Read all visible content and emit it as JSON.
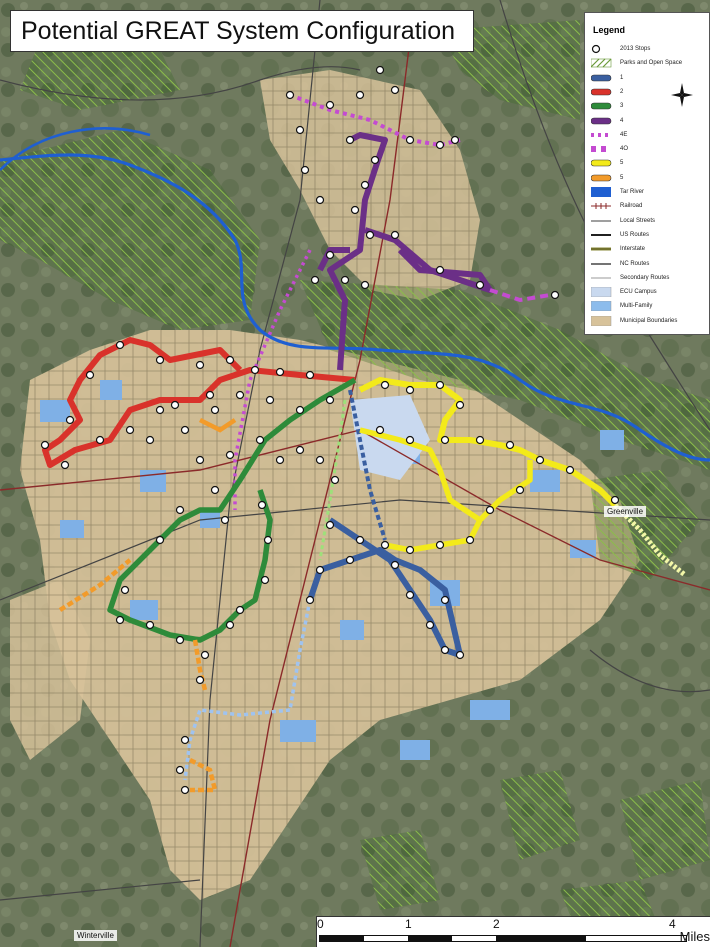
{
  "title": "Potential GREAT System Configuration",
  "legend": {
    "title": "Legend",
    "items": [
      {
        "label": "2013 Stops",
        "icon": "stop-circle-icon",
        "color": "#ffffff"
      },
      {
        "label": "Parks and Open Space",
        "icon": "hatch-green-icon",
        "color": "#6a9a3a"
      },
      {
        "label": "1",
        "icon": "route-line-icon",
        "color": "#3a5fa0"
      },
      {
        "label": "2",
        "icon": "route-line-icon",
        "color": "#d9322b"
      },
      {
        "label": "3",
        "icon": "route-line-icon",
        "color": "#2e8b3a"
      },
      {
        "label": "4",
        "icon": "route-line-icon",
        "color": "#6b2f87"
      },
      {
        "label": "4E",
        "icon": "dotted-route-icon",
        "color": "#c44bd1"
      },
      {
        "label": "4O",
        "icon": "dashed-route-icon",
        "color": "#c44bd1"
      },
      {
        "label": "5",
        "icon": "route-line-icon",
        "color": "#f3ea1a"
      },
      {
        "label": "5",
        "icon": "route-line-icon",
        "color": "#f29b2a"
      },
      {
        "label": "Tar River",
        "icon": "river-icon",
        "color": "#1f5fd1"
      },
      {
        "label": "Railroad",
        "icon": "railroad-icon",
        "color": "#8b2a2a"
      },
      {
        "label": "Local Streets",
        "icon": "street-line-icon",
        "color": "#666666"
      },
      {
        "label": "US Routes",
        "icon": "us-route-icon",
        "color": "#000000"
      },
      {
        "label": "Interstate",
        "icon": "interstate-icon",
        "color": "#8a8a3a"
      },
      {
        "label": "NC Routes",
        "icon": "nc-route-icon",
        "color": "#222222"
      },
      {
        "label": "Secondary Routes",
        "icon": "secondary-route-icon",
        "color": "#999999"
      },
      {
        "label": "ECU Campus",
        "icon": "campus-fill-icon",
        "color": "#c9d9ef"
      },
      {
        "label": "Multi-Family",
        "icon": "multifamily-fill-icon",
        "color": "#8cbcec"
      },
      {
        "label": "Municipal Boundaries",
        "icon": "municipal-fill-icon",
        "color": "#d7c29a"
      }
    ]
  },
  "scale": {
    "ticks": [
      "0",
      "1",
      "2",
      "4"
    ],
    "units": "Miles"
  },
  "places": {
    "greenville": "Greenville",
    "winterville": "Winterville"
  },
  "routes": {
    "route_1": {
      "color": "#3a5fa0",
      "style": "solid"
    },
    "route_2": {
      "color": "#d9322b",
      "style": "solid"
    },
    "route_3": {
      "color": "#2e8b3a",
      "style": "solid"
    },
    "route_4": {
      "color": "#6b2f87",
      "style": "solid"
    },
    "route_4E": {
      "color": "#c44bd1",
      "style": "dotted"
    },
    "route_4O": {
      "color": "#c44bd1",
      "style": "dashed"
    },
    "route_5_yellow": {
      "color": "#f3ea1a",
      "style": "solid"
    },
    "route_5_orange": {
      "color": "#f29b2a",
      "style": "solid"
    },
    "tar_river": {
      "color": "#1f5fd1"
    },
    "railroad": {
      "color": "#8b2a2a"
    }
  },
  "colors": {
    "imagery": "#6f7a5e",
    "municipal": "#d7c29a",
    "multifamily": "#7fb0e6",
    "parks_hatch": "#6a9a3a"
  }
}
